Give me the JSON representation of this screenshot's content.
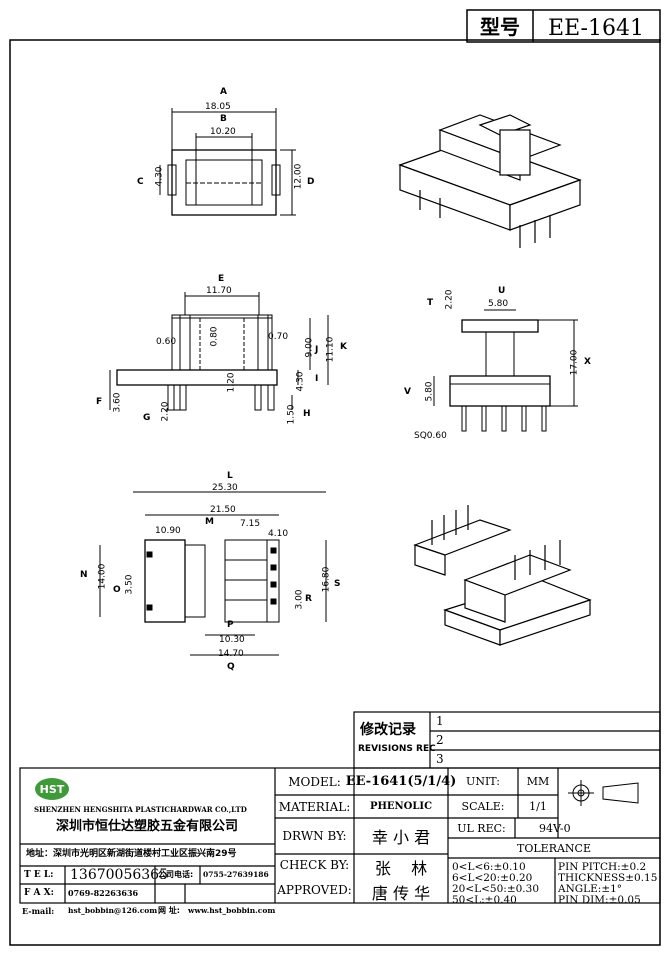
{
  "header": {
    "model_label": "型号",
    "model_value": "EE-1641"
  },
  "dims": {
    "A": "18.05",
    "B": "10.20",
    "C": "4.30",
    "D": "12.00",
    "E": "11.70",
    "F": "3.60",
    "G": "2.20",
    "H": "1.50",
    "I": "4.30",
    "J": "9.00",
    "K": "11.10",
    "d060": "0.60",
    "d080": "0.80",
    "d070": "0.70",
    "d120": "1.20",
    "T": "2.20",
    "U": "5.80",
    "V": "5.80",
    "X": "17.00",
    "SQ": "SQ0.60",
    "L": "25.30",
    "M": "21.50",
    "d1090": "10.90",
    "d715": "7.15",
    "d410": "4.10",
    "N": "14.00",
    "O": "3.50",
    "P": "10.30",
    "Q": "14.70",
    "R": "3.00",
    "S": "16.80"
  },
  "letters": [
    "A",
    "B",
    "C",
    "D",
    "E",
    "F",
    "G",
    "H",
    "I",
    "J",
    "K",
    "T",
    "U",
    "V",
    "X",
    "L",
    "M",
    "N",
    "O",
    "P",
    "Q",
    "R",
    "S"
  ],
  "revisions": {
    "title_cn": "修改记录",
    "title_en": "REVISIONS REC",
    "rows": [
      "1",
      "2",
      "3"
    ]
  },
  "company": {
    "logo": "HST",
    "name_en": "SHENZHEN HENGSHITA PLASTICHARDWAR CO.,LTD",
    "name_cn": "深圳市恒仕达塑胶五金有限公司",
    "address": "地址：深圳市光明区新湖街道楼村工业区振兴南29号",
    "tel_label": "T E L:",
    "tel": "13670056365",
    "phone_label": "公司电话:",
    "phone": "0755-27639186",
    "fax_label": "F A X:",
    "fax": "0769-82263636",
    "email_label": "E-mail:",
    "email": "hst_bobbin@126.com",
    "web_label": "网 址:",
    "web": "www.hst_bobbin.com"
  },
  "titleblock": {
    "model_label": "MODEL:",
    "model_value": "EE-1641(5/1/4)",
    "material_label": "MATERIAL:",
    "material_value": "PHENOLIC",
    "drawn_label": "DRWN BY:",
    "drawn_value": "幸 小 君",
    "check_label": "CHECK BY:",
    "check_value": "张    林",
    "approved_label": "APPROVED:",
    "approved_value": "唐 传 华",
    "unit_label": "UNIT:",
    "unit_value": "MM",
    "scale_label": "SCALE:",
    "scale_value": "1/1",
    "ul_label": "UL REC:",
    "ul_value": "94V-0",
    "tolerance_title": "TOLERANCE",
    "tol_left": [
      "0<L<6:±0.10",
      "6<L<20:±0.20",
      "20<L<50:±0.30",
      "50<L:±0.40"
    ],
    "tol_right": [
      "PIN PITCH:±0.2",
      "THICKNESS±0.15",
      "ANGLE:±1°",
      "PIN DIM:±0.05"
    ]
  }
}
